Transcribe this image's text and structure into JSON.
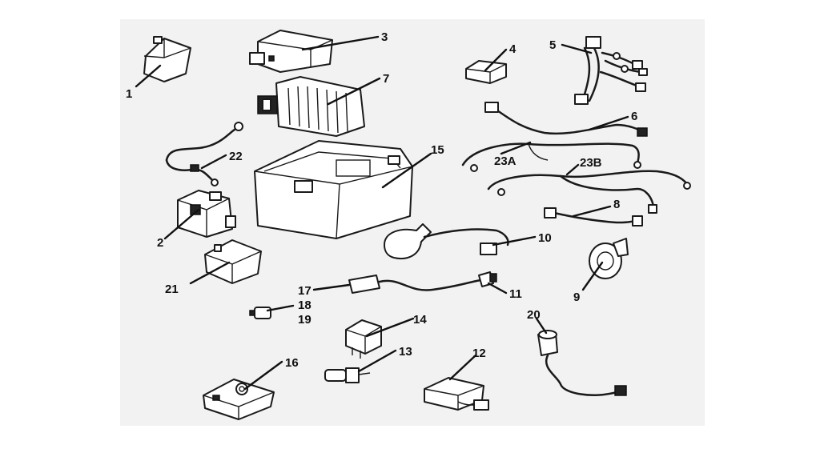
{
  "diagram": {
    "callouts": [
      {
        "id": "1",
        "text": "1"
      },
      {
        "id": "2",
        "text": "2"
      },
      {
        "id": "3",
        "text": "3"
      },
      {
        "id": "4",
        "text": "4"
      },
      {
        "id": "5",
        "text": "5"
      },
      {
        "id": "6",
        "text": "6"
      },
      {
        "id": "7",
        "text": "7"
      },
      {
        "id": "8",
        "text": "8"
      },
      {
        "id": "9",
        "text": "9"
      },
      {
        "id": "10",
        "text": "10"
      },
      {
        "id": "11",
        "text": "11"
      },
      {
        "id": "12",
        "text": "12"
      },
      {
        "id": "13",
        "text": "13"
      },
      {
        "id": "14",
        "text": "14"
      },
      {
        "id": "15",
        "text": "15"
      },
      {
        "id": "16",
        "text": "16"
      },
      {
        "id": "17",
        "text": "17"
      },
      {
        "id": "18",
        "text": "18"
      },
      {
        "id": "19",
        "text": "19"
      },
      {
        "id": "20",
        "text": "20"
      },
      {
        "id": "21",
        "text": "21"
      },
      {
        "id": "22",
        "text": "22"
      },
      {
        "id": "23a",
        "text": "23A"
      },
      {
        "id": "23b",
        "text": "23B"
      }
    ]
  }
}
